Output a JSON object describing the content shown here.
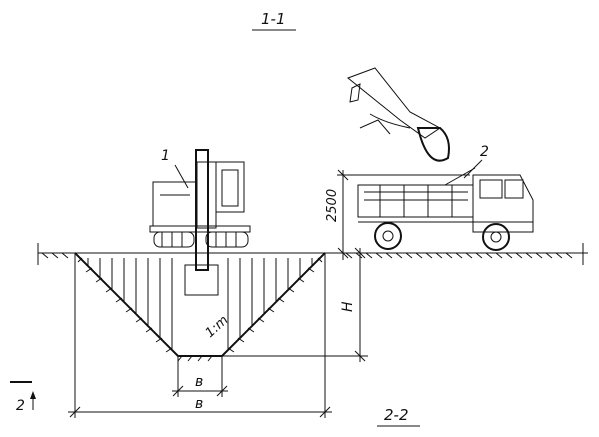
{
  "section_title": "1-1",
  "bottom_section": "2-2",
  "cut_marker": "2",
  "callouts": {
    "excavator": "1",
    "truck": "2"
  },
  "dimensions": {
    "truck_height": "2500",
    "depth": "H",
    "slope": "1:m",
    "bottom_width": "в",
    "top_width": "в"
  }
}
